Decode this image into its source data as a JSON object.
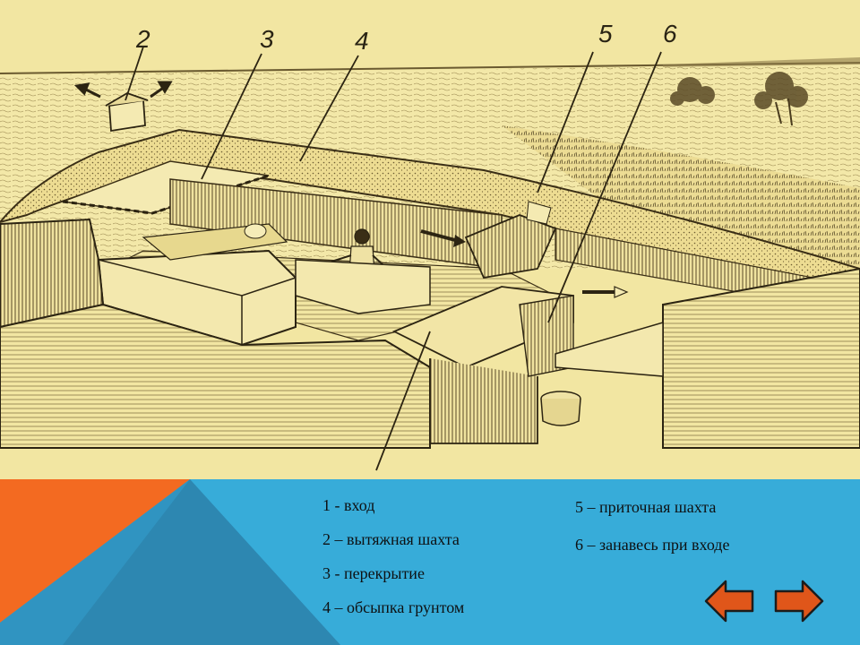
{
  "diagram": {
    "labels": [
      "2",
      "3",
      "4",
      "5",
      "6"
    ]
  },
  "legend": {
    "left": [
      "1 - вход",
      "2 – вытяжная шахта",
      "3 - перекрытие",
      "4 – обсыпка грунтом"
    ],
    "right": [
      "5 – приточная шахта",
      "6 – занавесь при входе"
    ]
  },
  "nav": {
    "prev_icon": "arrow-left-icon",
    "next_icon": "arrow-right-icon",
    "arrow_fill": "#e0561a",
    "arrow_stroke": "#1c1c1c"
  },
  "colors": {
    "paper": "#f2e6a2",
    "ink": "#3a2e16",
    "footer_blue": "#37acd9",
    "orange": "#f36a21",
    "dark_blue": "#2d7fa3"
  }
}
